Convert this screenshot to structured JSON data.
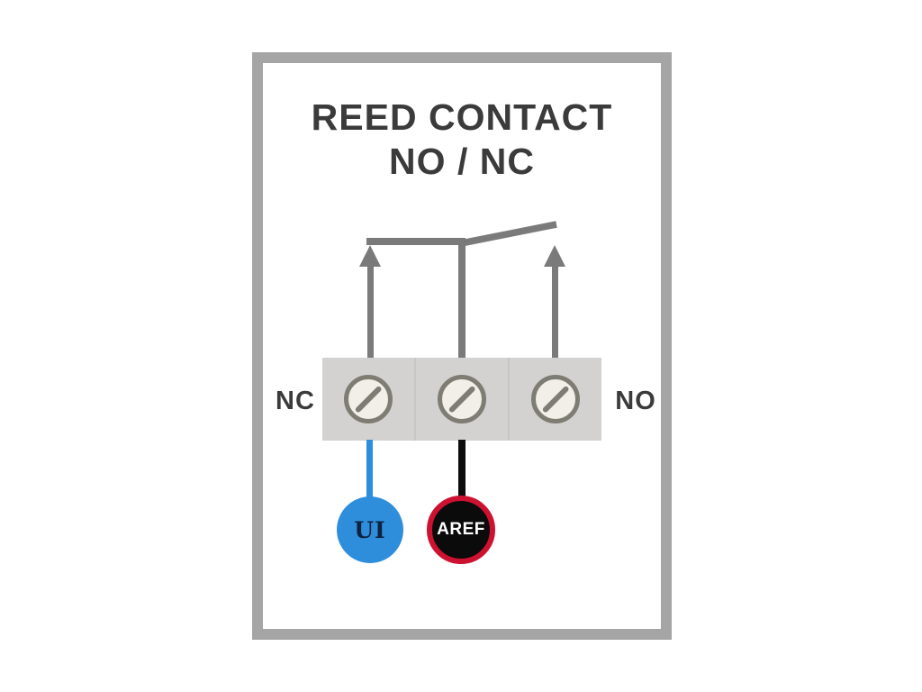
{
  "title": {
    "line1": "REED CONTACT",
    "line2": "NO / NC"
  },
  "labels": {
    "nc": "NC",
    "no": "NO"
  },
  "nodes": {
    "ui": "UI",
    "aref": "AREF"
  },
  "terminal_block": {
    "screw_count": 3
  },
  "colors": {
    "frame_border": "#a5a5a5",
    "title_text": "#3b3b3b",
    "switch_lines": "#7a7a7a",
    "terminal_block": "#d3d2d0",
    "screw_rim": "#7e7d73",
    "screw_face": "#f1efe7",
    "ui_wire": "#2e8edb",
    "ui_node_fill": "#2e8edb",
    "ui_node_text": "#0e2240",
    "aref_wire": "#0d0d0d",
    "aref_node_fill": "#0b0b0b",
    "aref_node_ring": "#cc1230",
    "aref_node_text": "#ffffff"
  }
}
